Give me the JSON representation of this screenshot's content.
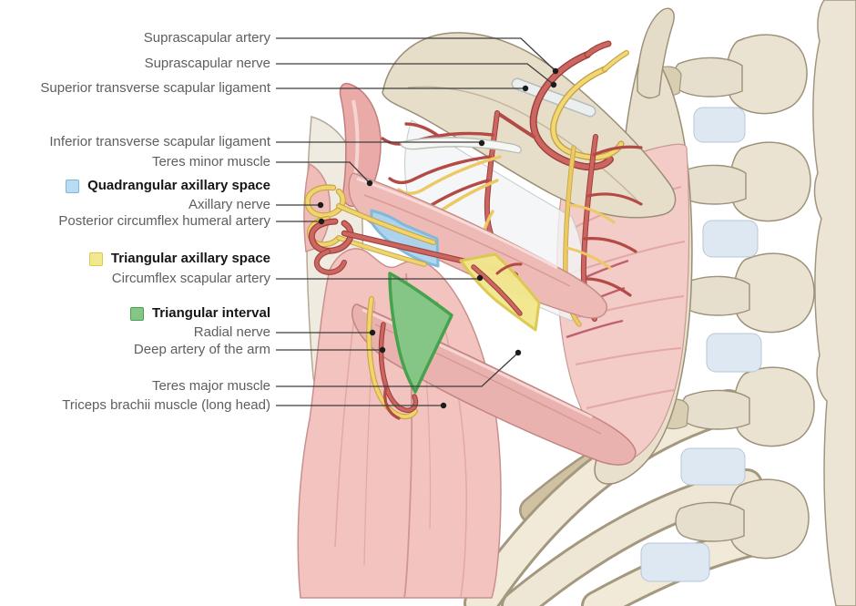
{
  "figure": {
    "title": "Posterior shoulder: axillary spaces and neurovascular structures",
    "view": "posterior view of right shoulder with scapula, ribs and vertebral column"
  },
  "labels": [
    {
      "text": "Suprascapular artery",
      "emphasis": false
    },
    {
      "text": "Suprascapular nerve",
      "emphasis": false
    },
    {
      "text": "Superior transverse scapular ligament",
      "emphasis": false
    },
    {
      "text": "Inferior transverse scapular ligament",
      "emphasis": false
    },
    {
      "text": "Teres minor muscle",
      "emphasis": false
    },
    {
      "text": "Quadrangular axillary space",
      "emphasis": true,
      "swatch": "quadrangular"
    },
    {
      "text": "Axillary nerve",
      "emphasis": false
    },
    {
      "text": "Posterior circumflex humeral artery",
      "emphasis": false
    },
    {
      "text": "Triangular axillary space",
      "emphasis": true,
      "swatch": "triangular_space"
    },
    {
      "text": "Circumflex scapular artery",
      "emphasis": false
    },
    {
      "text": "Triangular interval",
      "emphasis": true,
      "swatch": "triangular_interval"
    },
    {
      "text": "Radial nerve",
      "emphasis": false
    },
    {
      "text": "Deep artery of the arm",
      "emphasis": false
    },
    {
      "text": "Teres major muscle",
      "emphasis": false
    },
    {
      "text": "Triceps brachii muscle (long head)",
      "emphasis": false
    }
  ],
  "legend": {
    "quadrangular": {
      "fill": "#b9dcf2",
      "border": "#7cb8dd"
    },
    "triangular_space": {
      "fill": "#f2e88e",
      "border": "#dbc94f"
    },
    "triangular_interval": {
      "fill": "#85c687",
      "border": "#47a24d"
    }
  },
  "illustration_colors": {
    "bone": "#e7dfcc",
    "bone_outline": "#9a8e76",
    "rib_cream": "#f1ead9",
    "muscle_pink": "#f3c3bf",
    "muscle_outline": "#c9908d",
    "artery_red": "#cb6661",
    "artery_outline": "#9c3f3c",
    "nerve_yellow": "#f0d46e",
    "nerve_outline": "#c7a545",
    "cartilage_blue": "#dde8f3",
    "leader_line": "#3d3d3d"
  }
}
